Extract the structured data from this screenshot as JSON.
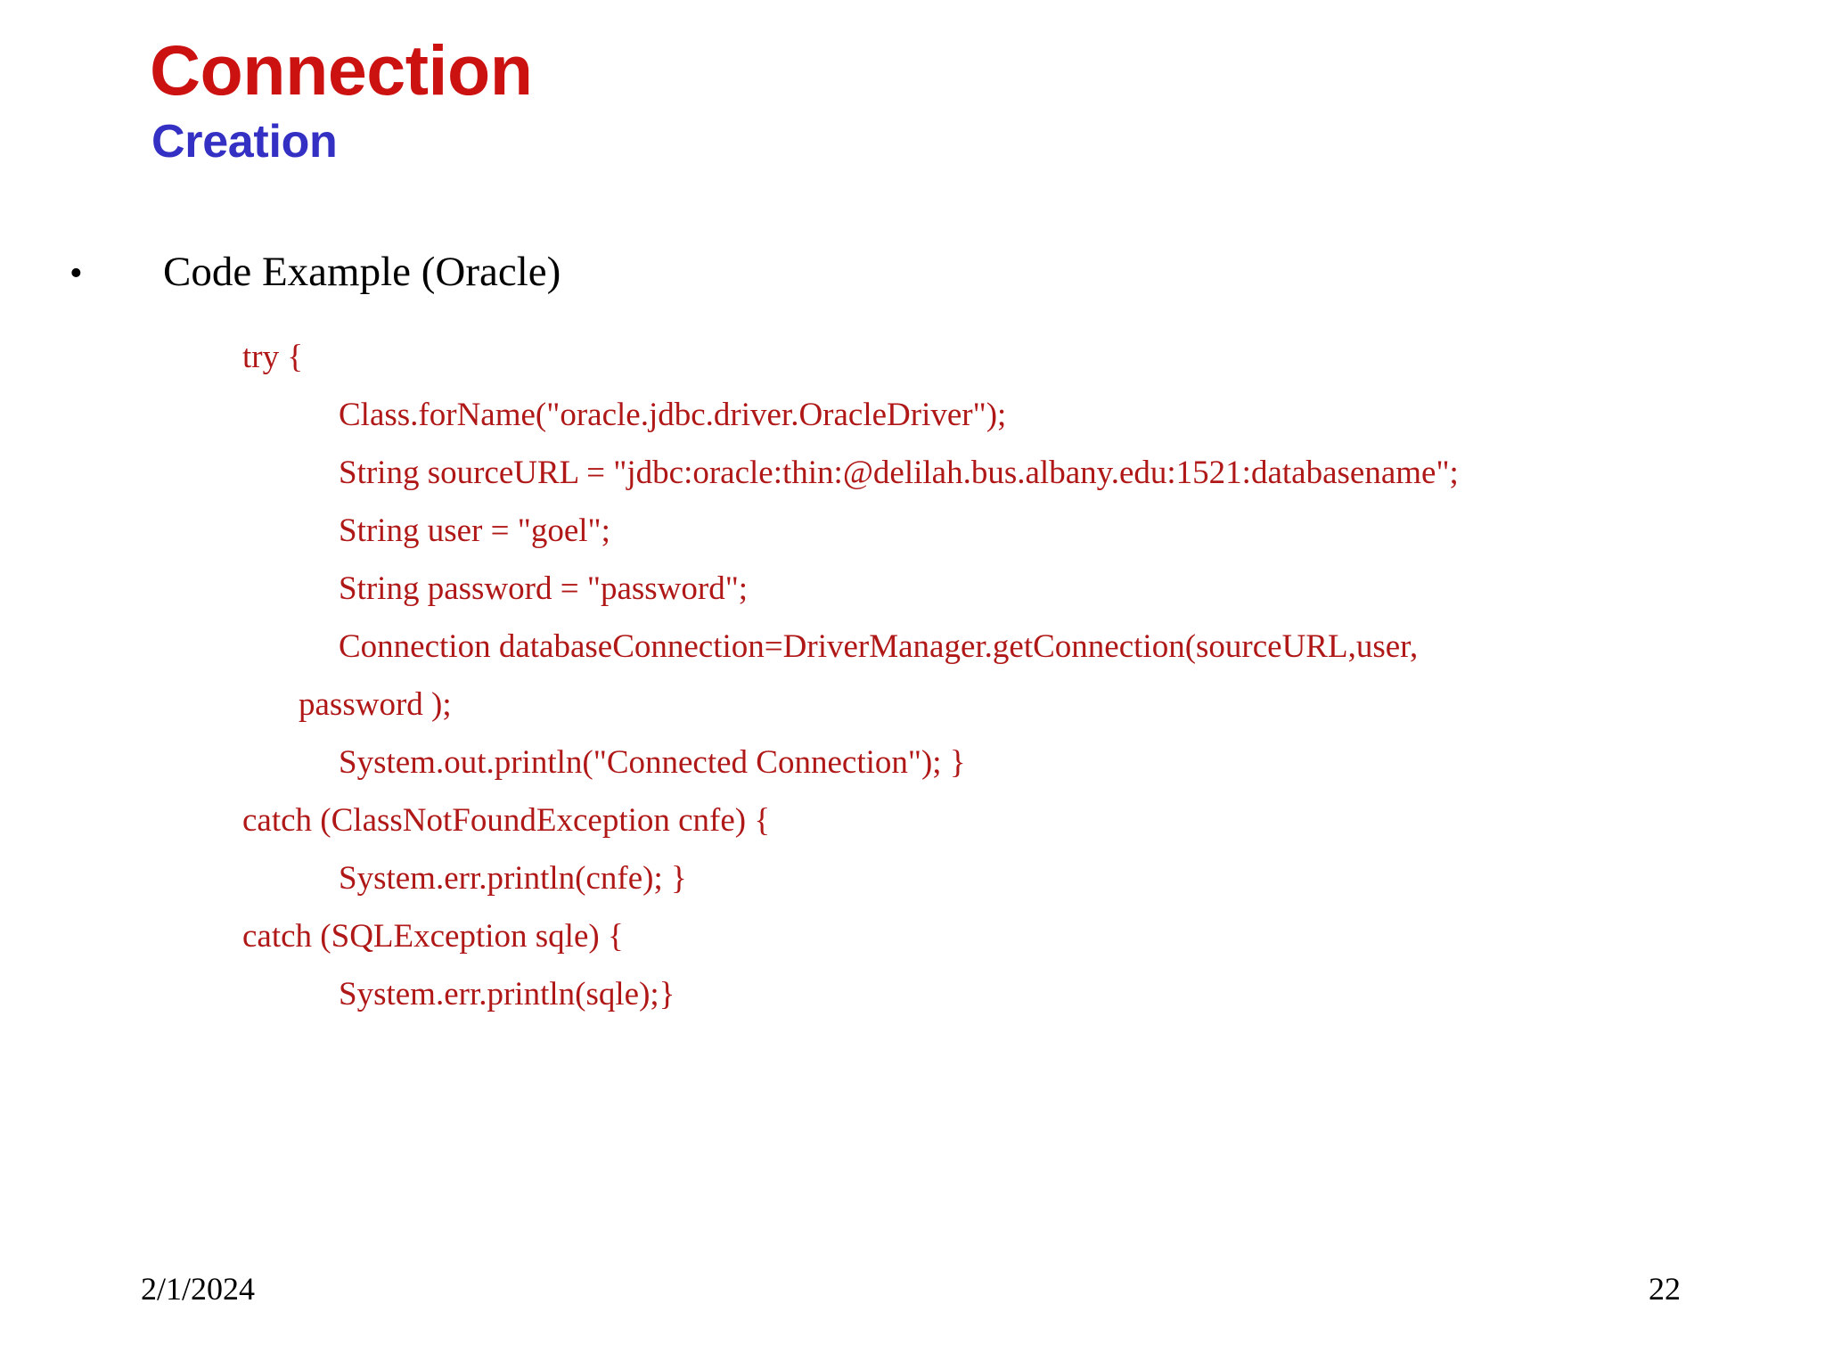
{
  "slide": {
    "title": "Connection",
    "subtitle": "Creation",
    "bullet": {
      "marker": "•",
      "text": "Code Example (Oracle)"
    },
    "code_lines": [
      {
        "indent": 0,
        "text": "try {"
      },
      {
        "indent": 1,
        "text": "Class.forName(\"oracle.jdbc.driver.OracleDriver\");"
      },
      {
        "indent": 1,
        "text": "String sourceURL = \"jdbc:oracle:thin:@delilah.bus.albany.edu:1521:databasename\";"
      },
      {
        "indent": 1,
        "text": "String user = \"goel\";"
      },
      {
        "indent": 1,
        "text": "String password = \"password\";"
      },
      {
        "indent": 1,
        "text": "Connection databaseConnection=DriverManager.getConnection(sourceURL,user,"
      },
      {
        "indent": "wrap",
        "text": "password );"
      },
      {
        "indent": 1,
        "text": "System.out.println(\"Connected Connection\"); }"
      },
      {
        "indent": 0,
        "text": "catch (ClassNotFoundException cnfe)  {"
      },
      {
        "indent": 1,
        "text": "System.err.println(cnfe); }"
      },
      {
        "indent": 0,
        "text": "catch (SQLException sqle)  {"
      },
      {
        "indent": 1,
        "text": "System.err.println(sqle);}"
      }
    ],
    "footer": {
      "date": "2/1/2024",
      "page_number": "22"
    },
    "colors": {
      "title_red": "#CC1111",
      "subtitle_blue": "#3430C4",
      "code_red": "#B01818",
      "body_black": "#000000",
      "background": "#ffffff"
    }
  }
}
